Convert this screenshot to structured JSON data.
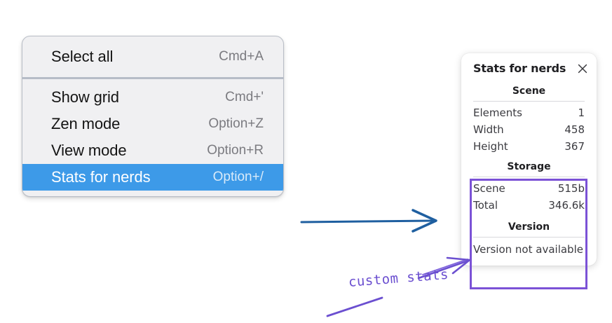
{
  "context_menu": {
    "groups": [
      {
        "items": [
          {
            "label": "Select all",
            "shortcut": "Cmd+A",
            "selected": false
          }
        ]
      },
      {
        "items": [
          {
            "label": "Show grid",
            "shortcut": "Cmd+'",
            "selected": false
          },
          {
            "label": "Zen mode",
            "shortcut": "Option+Z",
            "selected": false
          },
          {
            "label": "View mode",
            "shortcut": "Option+R",
            "selected": false
          },
          {
            "label": "Stats for nerds",
            "shortcut": "Option+/",
            "selected": true
          }
        ]
      }
    ],
    "highlight_color": "#3d9ae8"
  },
  "stats_panel": {
    "title": "Stats for nerds",
    "close_icon": "close-icon",
    "sections": [
      {
        "heading": "Scene",
        "rows": [
          {
            "key": "Elements",
            "value": "1"
          },
          {
            "key": "Width",
            "value": "458"
          },
          {
            "key": "Height",
            "value": "367"
          }
        ]
      },
      {
        "heading": "Storage",
        "rows": [
          {
            "key": "Scene",
            "value": "515b"
          },
          {
            "key": "Total",
            "value": "346.6k"
          }
        ]
      },
      {
        "heading": "Version",
        "note": "Version not available"
      }
    ]
  },
  "annotations": {
    "blue_arrow_color": "#1f5fa0",
    "purple_color": "#6b4fd0",
    "highlight_box_color": "#7b52d6",
    "label": "custom stats"
  }
}
